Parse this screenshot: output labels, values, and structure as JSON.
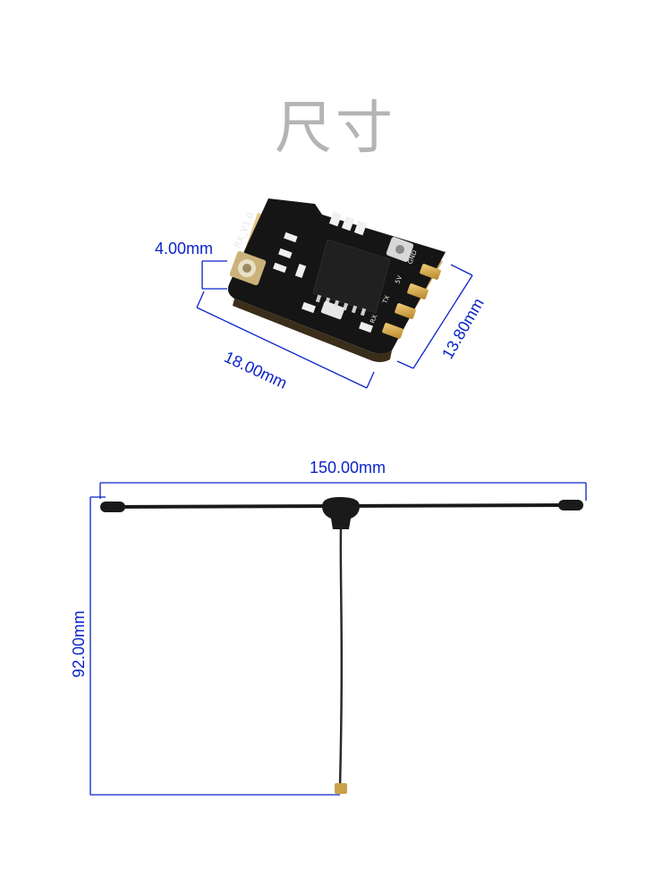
{
  "title": "尺寸",
  "board": {
    "label_version": "RX_V1.0",
    "pins": [
      "GND",
      "5V",
      "TX",
      "RX"
    ],
    "dimensions": {
      "length": "18.00mm",
      "width": "13.80mm",
      "height": "4.00mm"
    }
  },
  "antenna": {
    "dimensions": {
      "length": "150.00mm",
      "height": "92.00mm"
    }
  },
  "colors": {
    "dimension": "#0b24c9",
    "title": "#b4b4b4",
    "pcb": "#141414",
    "gold": "#d9a53a"
  }
}
